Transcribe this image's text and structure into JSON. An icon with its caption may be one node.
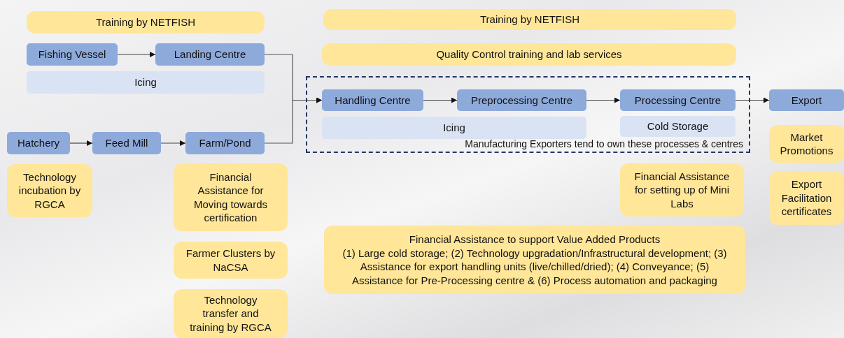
{
  "diagram": {
    "nodes": [
      {
        "text": [
          "Training by NETFISH"
        ]
      },
      {
        "text": [
          "Training by NETFISH"
        ]
      },
      {
        "text": [
          "Fishing Vessel"
        ]
      },
      {
        "text": [
          "Landing Centre"
        ]
      },
      {
        "text": [
          "Quality Control training and lab services"
        ]
      },
      {
        "text": [
          "Icing"
        ]
      },
      {
        "text": [
          "Manufacturing Exporters tend to own these processes & centres"
        ]
      },
      {
        "text": [
          "Handling Centre"
        ],
        "in": 6
      },
      {
        "text": [
          "Preprocessing Centre"
        ],
        "in": 6
      },
      {
        "text": [
          "Processing Centre"
        ],
        "in": 6
      },
      {
        "text": [
          "Export"
        ]
      },
      {
        "text": [
          "Icing"
        ],
        "in": 6
      },
      {
        "text": [
          "Cold Storage"
        ],
        "in": 6
      },
      {
        "text": [
          "Hatchery"
        ]
      },
      {
        "text": [
          "Feed Mill"
        ]
      },
      {
        "text": [
          "Farm/Pond"
        ]
      },
      {
        "text": [
          "Technology incubation by RGCA"
        ]
      },
      {
        "text": [
          "Financial Assistance for Moving towards certification"
        ]
      },
      {
        "text": [
          "Market Promotions"
        ]
      },
      {
        "text": [
          "Financial Assistance for setting up of Mini Labs"
        ]
      },
      {
        "text": [
          "Export Facilitation certificates"
        ]
      },
      {
        "text": [
          "Financial Assistance to support Value Added Products",
          "(1) Large cold storage; (2) Technology upgradation/Infrastructural development; (3) Assistance for export handling units (live/chilled/dried); (4) Conveyance; (5) Assistance for Pre-Processing centre & (6) Process automation and packaging"
        ]
      },
      {
        "text": [
          "Farmer Clusters by NaCSA"
        ]
      },
      {
        "text": [
          "Technology transfer and training by RGCA"
        ]
      }
    ],
    "edges": [
      {
        "from": 2,
        "to": 3,
        "arrow": "to"
      },
      {
        "from": 3,
        "to": 7,
        "arrow": "to"
      },
      {
        "from": 15,
        "to": 7,
        "arrow": "to"
      },
      {
        "from": 7,
        "to": 8,
        "arrow": "to"
      },
      {
        "from": 8,
        "to": 9,
        "arrow": "to"
      },
      {
        "from": 9,
        "to": 10,
        "arrow": "to"
      },
      {
        "from": 13,
        "to": 14,
        "arrow": "to"
      },
      {
        "from": 14,
        "to": 15,
        "arrow": "to"
      }
    ]
  }
}
